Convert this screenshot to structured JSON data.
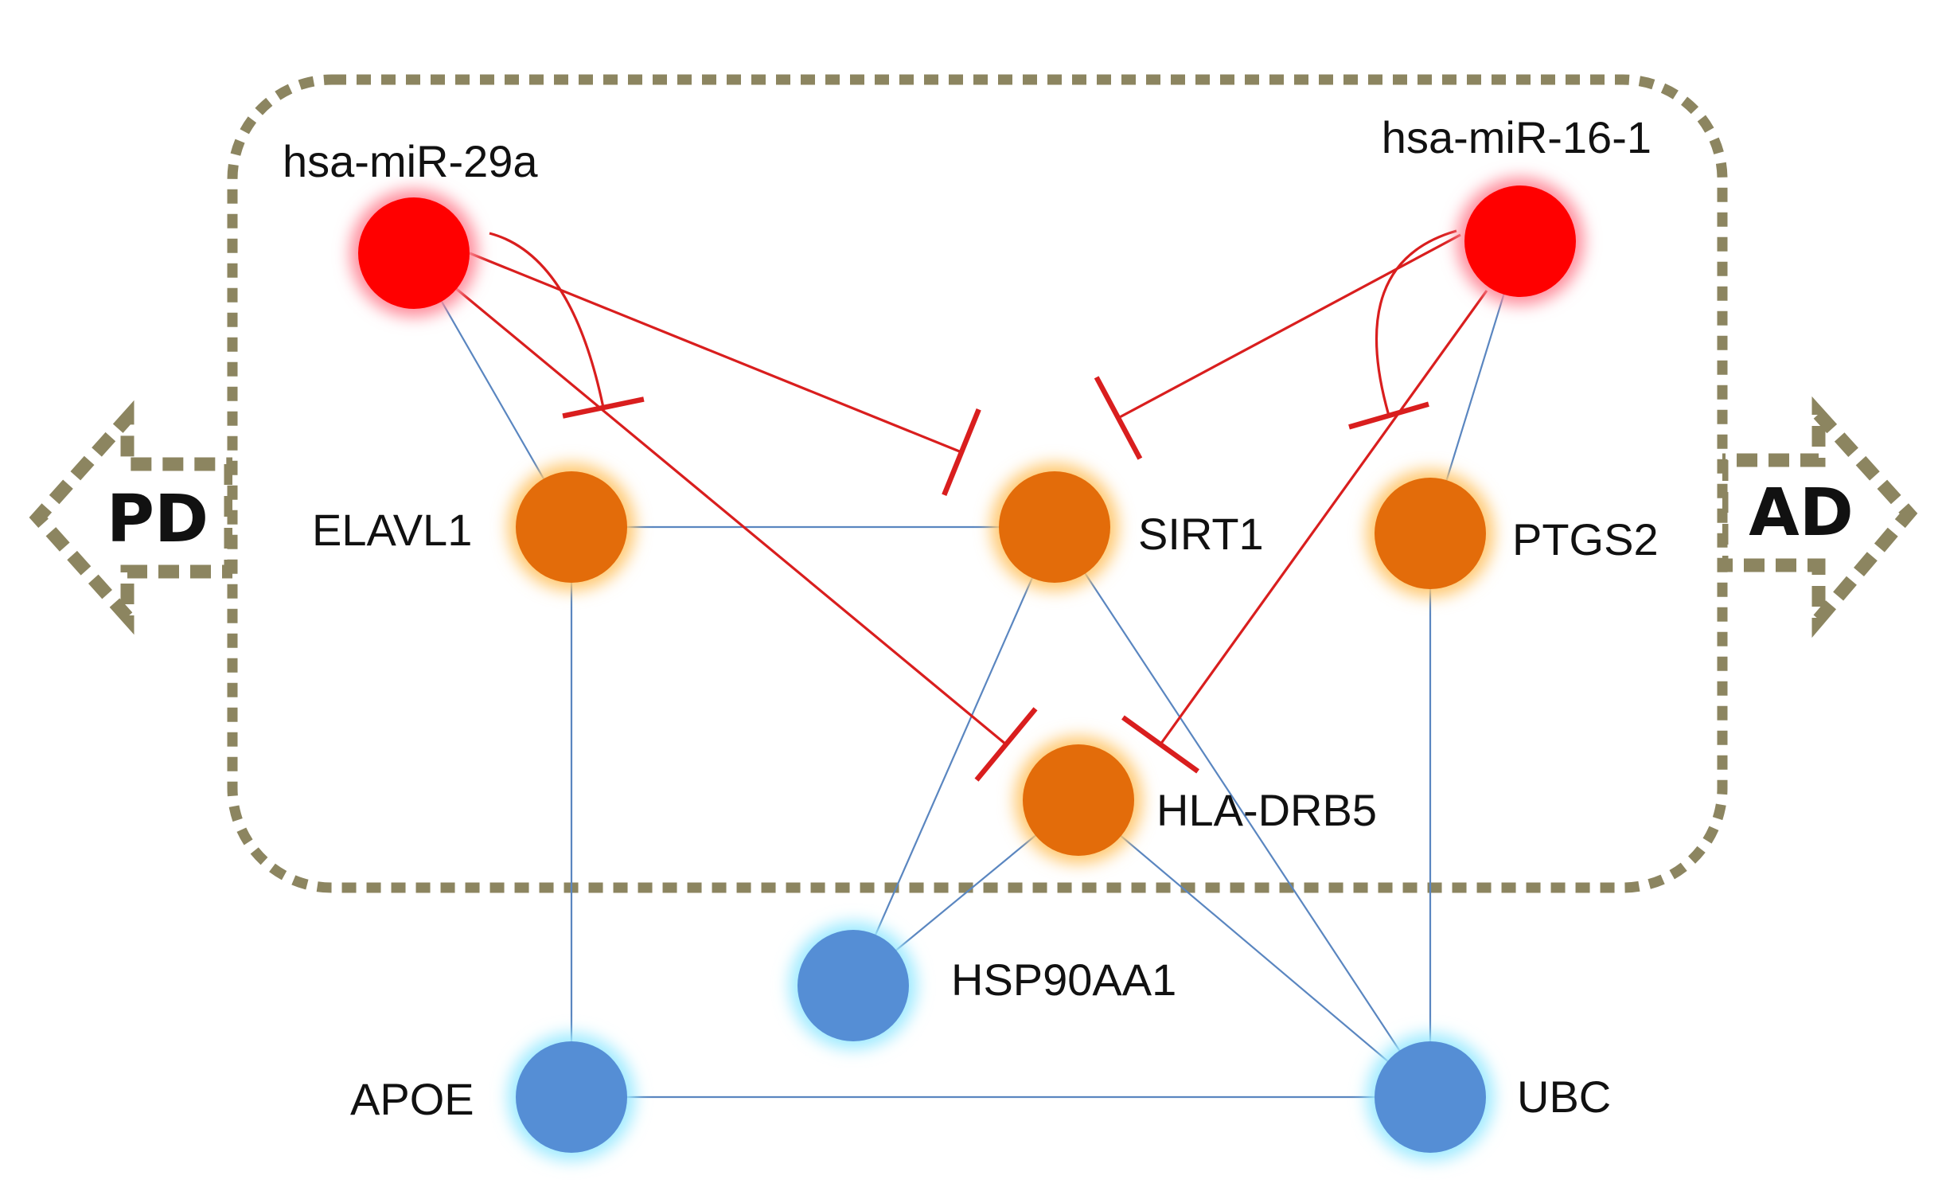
{
  "colors": {
    "mirna": "#ff0000",
    "mirna_glow": "#ff8a9a",
    "disease_gene": "#e36c0a",
    "disease_gene_glow": "#ffc870",
    "hub_gene": "#558ed5",
    "hub_gene_glow": "#9eeaff",
    "interaction_edge": "#5a86c0",
    "inhibition_edge": "#d91e1e",
    "region_border": "#8c8560"
  },
  "arrows": {
    "left": "PD",
    "right": "AD"
  },
  "nodes": [
    {
      "id": "mir29a",
      "label": "hsa-miR-29a",
      "kind": "mirna"
    },
    {
      "id": "mir16",
      "label": "hsa-miR-16-1",
      "kind": "mirna"
    },
    {
      "id": "elavl1",
      "label": "ELAVL1",
      "kind": "disease_gene"
    },
    {
      "id": "sirt1",
      "label": "SIRT1",
      "kind": "disease_gene"
    },
    {
      "id": "ptgs2",
      "label": "PTGS2",
      "kind": "disease_gene"
    },
    {
      "id": "hladrb5",
      "label": "HLA-DRB5",
      "kind": "disease_gene"
    },
    {
      "id": "hsp90aa1",
      "label": "HSP90AA1",
      "kind": "hub_gene"
    },
    {
      "id": "apoe",
      "label": "APOE",
      "kind": "hub_gene"
    },
    {
      "id": "ubc",
      "label": "UBC",
      "kind": "hub_gene"
    }
  ],
  "edges": [
    {
      "from": "mir29a",
      "to": "elavl1",
      "type": "interaction"
    },
    {
      "from": "mir16",
      "to": "ptgs2",
      "type": "interaction"
    },
    {
      "from": "elavl1",
      "to": "sirt1",
      "type": "interaction"
    },
    {
      "from": "elavl1",
      "to": "apoe",
      "type": "interaction"
    },
    {
      "from": "apoe",
      "to": "ubc",
      "type": "interaction"
    },
    {
      "from": "ptgs2",
      "to": "ubc",
      "type": "interaction"
    },
    {
      "from": "sirt1",
      "to": "hsp90aa1",
      "type": "interaction"
    },
    {
      "from": "sirt1",
      "to": "ubc",
      "type": "interaction"
    },
    {
      "from": "hladrb5",
      "to": "hsp90aa1",
      "type": "interaction"
    },
    {
      "from": "hladrb5",
      "to": "ubc",
      "type": "interaction"
    },
    {
      "from": "mir29a",
      "to": "sirt1",
      "type": "inhibition"
    },
    {
      "from": "mir29a",
      "to": "hladrb5",
      "type": "inhibition"
    },
    {
      "from": "mir29a",
      "to": "elavl1",
      "type": "inhibition"
    },
    {
      "from": "mir16",
      "to": "sirt1",
      "type": "inhibition"
    },
    {
      "from": "mir16",
      "to": "hladrb5",
      "type": "inhibition"
    },
    {
      "from": "mir16",
      "to": "ptgs2",
      "type": "inhibition"
    }
  ]
}
